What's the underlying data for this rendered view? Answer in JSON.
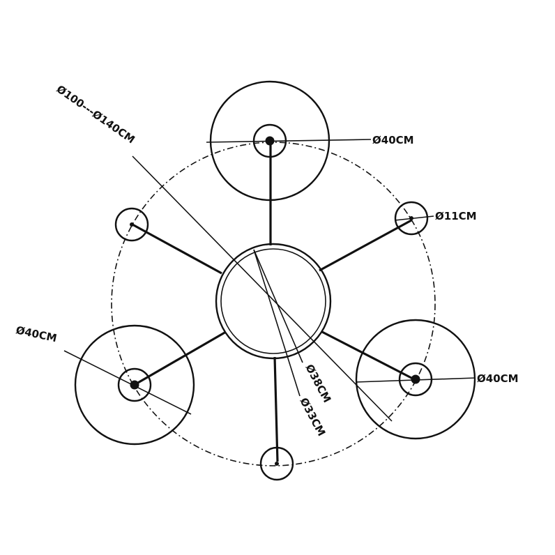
{
  "diagram": {
    "labels": {
      "top_shade": "Ø40CM",
      "small_shade": "Ø11CM",
      "left_shade": "Ø40CM",
      "right_shade": "Ø40CM",
      "span": "Ø100---Ø140CM",
      "hub_outer": "Ø38CM",
      "hub_inner": "Ø33CM"
    },
    "colors": {
      "ink": "#111111",
      "background": "#ffffff"
    }
  }
}
